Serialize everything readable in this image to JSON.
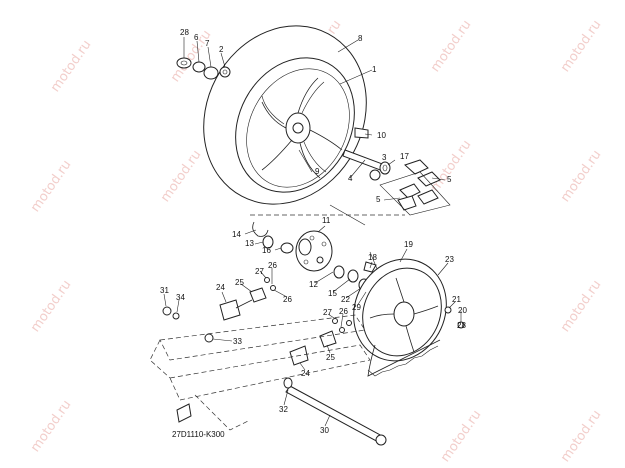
{
  "diagram": {
    "code": "27D1110-K300",
    "watermark": "motod.ru",
    "callouts": [
      "28",
      "6",
      "7",
      "2",
      "8",
      "1",
      "10",
      "17",
      "4",
      "9",
      "3",
      "5",
      "5",
      "14",
      "13",
      "16",
      "11",
      "19",
      "18",
      "23",
      "27",
      "26",
      "12",
      "15",
      "22",
      "29",
      "31",
      "34",
      "24",
      "25",
      "28",
      "26",
      "21",
      "20",
      "33",
      "27",
      "26",
      "25",
      "24",
      "32",
      "30"
    ]
  }
}
